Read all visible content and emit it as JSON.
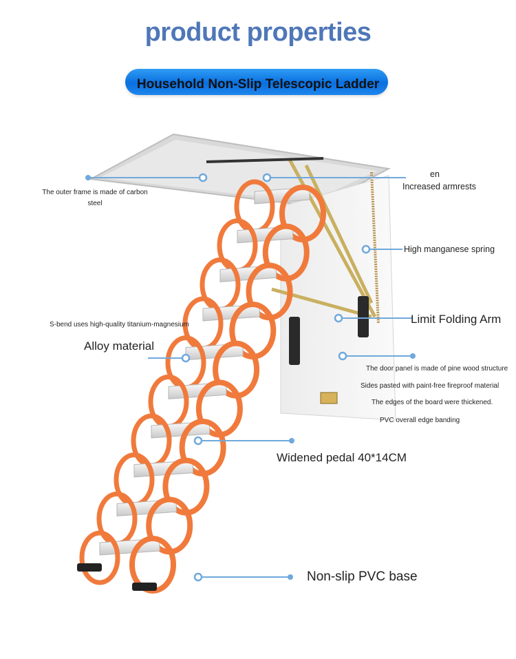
{
  "header": {
    "title": "product properties",
    "banner": "Household Non-Slip Telescopic Ladder"
  },
  "labels": {
    "outer_frame": "The outer frame is made of carbon steel",
    "armrest_top": "en",
    "armrests": "Increased armrests",
    "spring": "High manganese spring",
    "s_bend": "S-bend uses high-quality titanium-magnesium",
    "alloy": "Alloy material",
    "limit_arm": "Limit Folding Arm",
    "door_panel": "The door panel is made of pine wood structure",
    "sides": "Sides pasted with paint-free fireproof material",
    "edges": "The edges of the board were thickened.",
    "pvc_banding": "PVC overall edge banding",
    "pedal": "Widened pedal 40*14CM",
    "base": "Non-slip PVC base"
  },
  "colors": {
    "title": "#4f77b8",
    "banner": "#1a7fea",
    "ladder": "#f07a3c",
    "callout": "#6fa8dc"
  }
}
